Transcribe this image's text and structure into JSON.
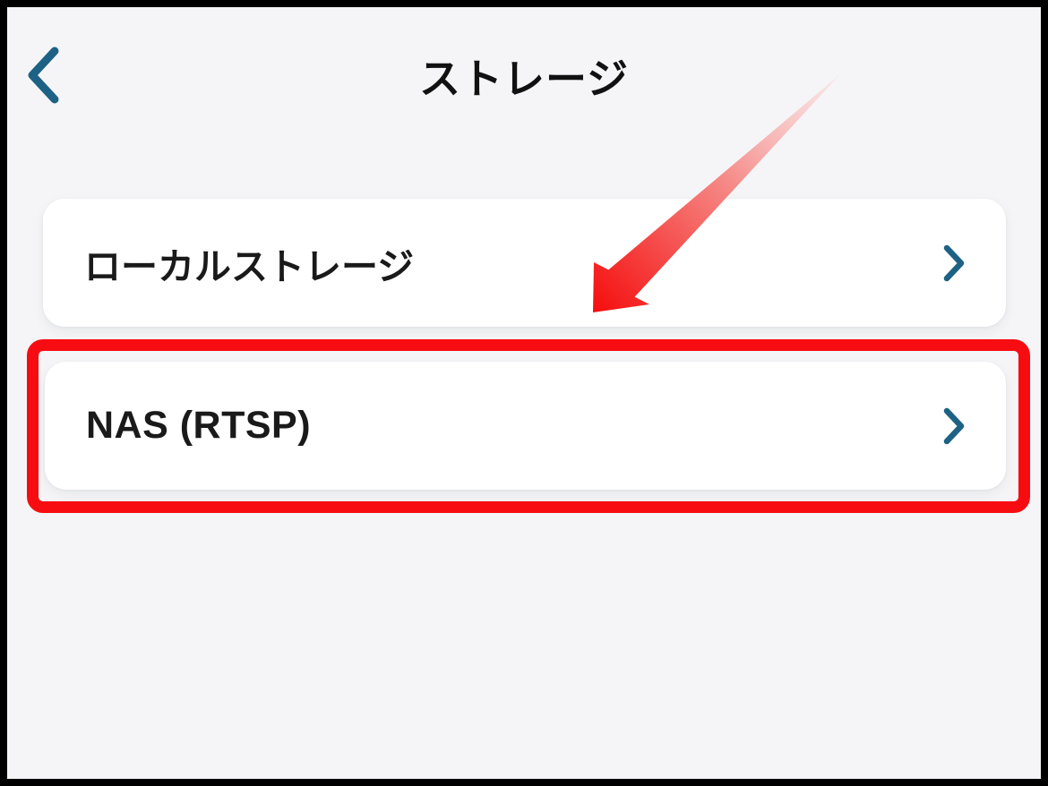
{
  "header": {
    "title": "ストレージ",
    "back_icon": "chevron-left"
  },
  "list": {
    "items": [
      {
        "label": "ローカルストレージ",
        "disclosure_icon": "chevron-right"
      },
      {
        "label": "NAS (RTSP)",
        "disclosure_icon": "chevron-right"
      }
    ]
  },
  "annotations": {
    "highlight_box_target": "NAS (RTSP)",
    "arrow": "red arrow pointing down-left at NAS (RTSP) row"
  },
  "colors": {
    "accent": "#1d6285",
    "highlight_red": "#f70d11",
    "arrow_tail_pink": "#fbdcdc",
    "background": "#f5f5f7",
    "card": "#ffffff",
    "frame": "#000000",
    "title_text": "#111111"
  }
}
